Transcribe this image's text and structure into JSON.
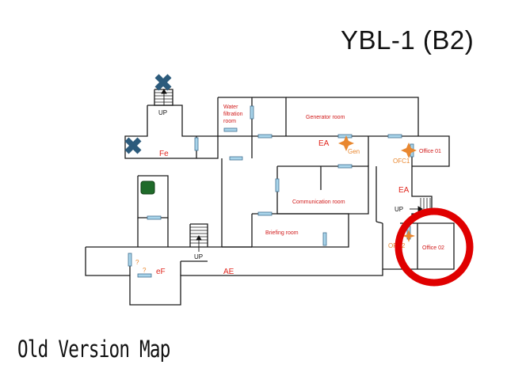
{
  "title": "YBL-1 (B2)",
  "footer": "Old Version Map",
  "rooms": {
    "water_filtration_1": "Water",
    "water_filtration_2": "filtration",
    "water_filtration_3": "room",
    "generator": "Generator room",
    "office01": "Office 01",
    "office02": "Office 02",
    "communication": "Communication room",
    "briefing": "Briefing room"
  },
  "markers": {
    "fe": "Fe",
    "ea_top": "EA",
    "ea_right": "EA",
    "ef": "eF",
    "ae": "AE",
    "gen": "Gen",
    "ofc1": "OFC1",
    "ofc2": "OFC2",
    "q1": "?",
    "q2": "?",
    "up1": "UP",
    "up2": "UP",
    "up3": "UP"
  },
  "colors": {
    "walls": "#1a1a1a",
    "door": "#a9d4ea",
    "room_label": "#d11a1a",
    "marker_red": "#e0251c",
    "marker_orange": "#e9872f",
    "blocked_x": "#2c5b7c",
    "green_square": "#1f6b2a",
    "highlight_ring": "#e00000"
  },
  "icons": [
    "blocked-x-icon",
    "sparkle-icon",
    "stairs-icon",
    "arrow-up-icon",
    "green-square-icon",
    "highlight-circle"
  ]
}
